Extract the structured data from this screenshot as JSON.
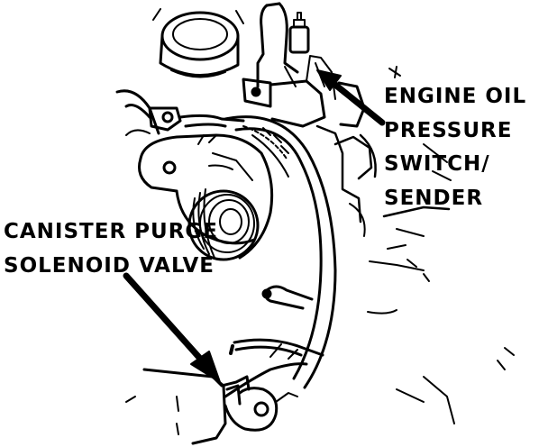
{
  "labels": {
    "oil_pressure": [
      "ENGINE OIL",
      "PRESSURE",
      "SWITCH/",
      "SENDER"
    ],
    "canister_purge": [
      "CANISTER PURGE",
      "SOLENOID VALVE"
    ]
  },
  "colors": {
    "ink": "#000000",
    "paper": "#ffffff"
  }
}
